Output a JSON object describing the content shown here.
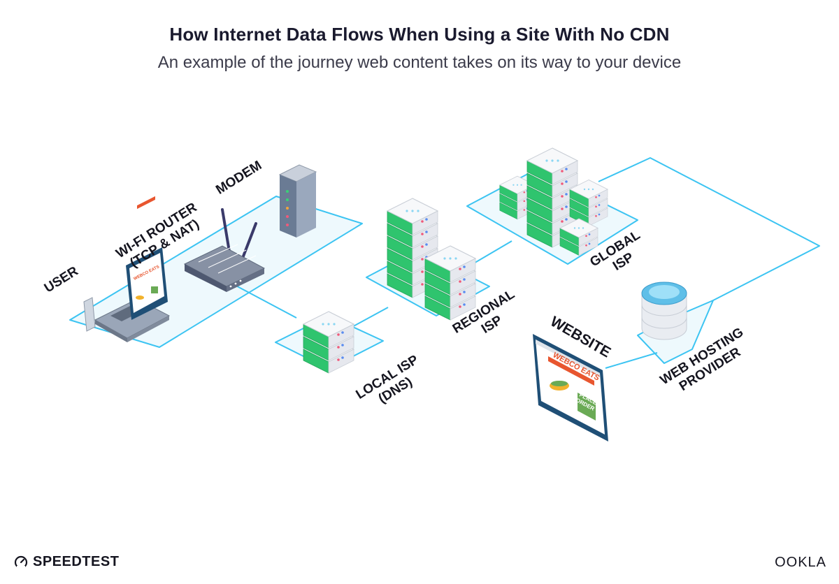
{
  "header": {
    "title": "How Internet Data Flows When Using a Site With No CDN",
    "subtitle": "An example of the journey web content takes on its way to your device"
  },
  "labels": {
    "user": "USER",
    "router_line1": "WI-FI ROUTER",
    "router_line2": "(TCP & NAT)",
    "modem": "MODEM",
    "local_line1": "LOCAL ISP",
    "local_line2": "(DNS)",
    "regional_line1": "REGIONAL",
    "regional_line2": "ISP",
    "global_line1": "GLOBAL",
    "global_line2": "ISP",
    "website": "WEBSITE",
    "hosting_line1": "WEB HOSTING",
    "hosting_line2": "PROVIDER"
  },
  "screen_content": {
    "brand": "WEBCO EATS",
    "order_line1": "PLACE",
    "order_line2": "ORDER"
  },
  "footer": {
    "left_brand": "SPEEDTEST",
    "right_brand": "OOKLA"
  },
  "colors": {
    "flow_line": "#3cc4f2",
    "flow_fill": "#e9f8fd",
    "server_green": "#2fc46e",
    "server_body": "#eef0f4",
    "screen_frame": "#1f4f76",
    "brand_red": "#e8562f",
    "order_green": "#6aaa55"
  }
}
